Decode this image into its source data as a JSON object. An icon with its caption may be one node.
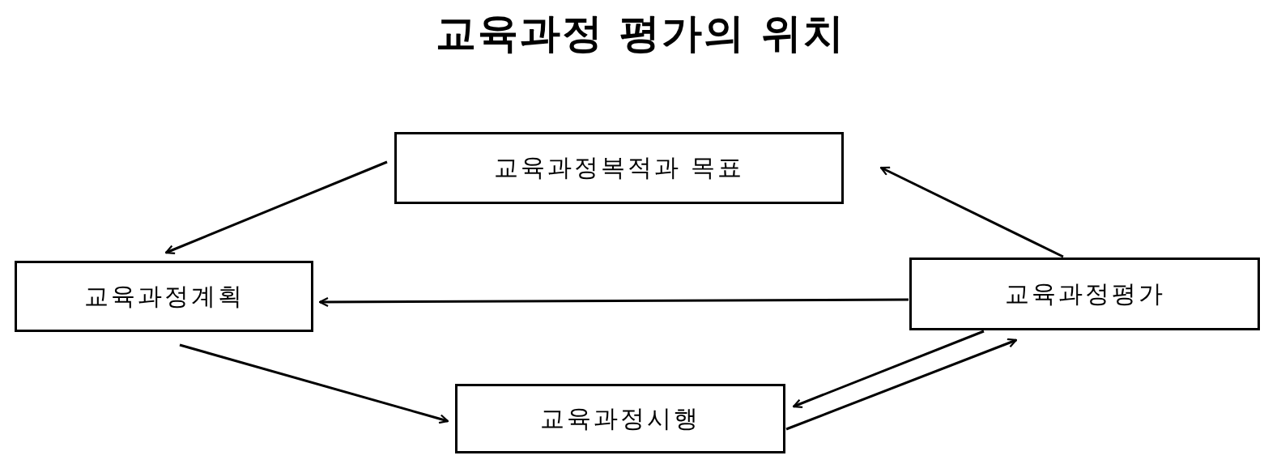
{
  "diagram": {
    "title": "교육과정 평가의 위치",
    "nodes": [
      {
        "text": [
          "교육과정복적과 목표"
        ]
      },
      {
        "text": [
          "교육과정계획"
        ]
      },
      {
        "text": [
          "교육과정평가"
        ]
      },
      {
        "text": [
          "교육과정시행"
        ]
      }
    ],
    "edges": [
      {
        "from": 0,
        "to": 1,
        "arrow": "to"
      },
      {
        "from": 2,
        "to": 0,
        "arrow": "to"
      },
      {
        "from": 2,
        "to": 1,
        "arrow": "to"
      },
      {
        "from": 1,
        "to": 3,
        "arrow": "to"
      },
      {
        "from": 2,
        "to": 3,
        "arrow": "to"
      },
      {
        "from": 3,
        "to": 2,
        "arrow": "to"
      }
    ]
  }
}
